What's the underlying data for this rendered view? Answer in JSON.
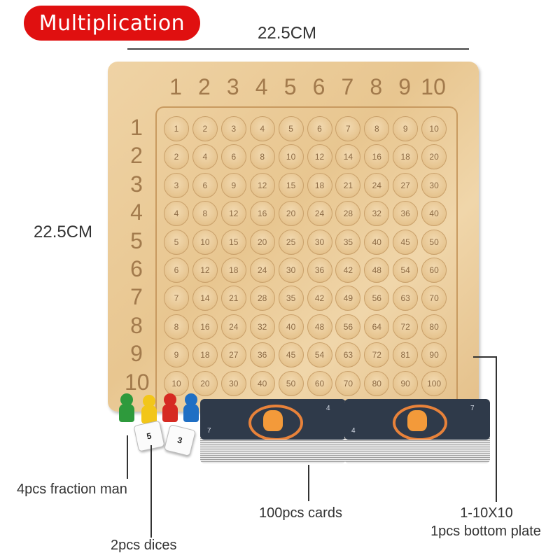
{
  "title": "Multiplication",
  "dimensions": {
    "width": "22.5CM",
    "height": "22.5CM"
  },
  "board": {
    "column_numbers": [
      "1",
      "2",
      "3",
      "4",
      "5",
      "6",
      "7",
      "8",
      "9",
      "10"
    ],
    "row_numbers": [
      "1",
      "2",
      "3",
      "4",
      "5",
      "6",
      "7",
      "8",
      "9",
      "10"
    ],
    "grid": [
      [
        "1",
        "2",
        "3",
        "4",
        "5",
        "6",
        "7",
        "8",
        "9",
        "10"
      ],
      [
        "2",
        "4",
        "6",
        "8",
        "10",
        "12",
        "14",
        "16",
        "18",
        "20"
      ],
      [
        "3",
        "6",
        "9",
        "12",
        "15",
        "18",
        "21",
        "24",
        "27",
        "30"
      ],
      [
        "4",
        "8",
        "12",
        "16",
        "20",
        "24",
        "28",
        "32",
        "36",
        "40"
      ],
      [
        "5",
        "10",
        "15",
        "20",
        "25",
        "30",
        "35",
        "40",
        "45",
        "50"
      ],
      [
        "6",
        "12",
        "18",
        "24",
        "30",
        "36",
        "42",
        "48",
        "54",
        "60"
      ],
      [
        "7",
        "14",
        "21",
        "28",
        "35",
        "42",
        "49",
        "56",
        "63",
        "70"
      ],
      [
        "8",
        "16",
        "24",
        "32",
        "40",
        "48",
        "56",
        "64",
        "72",
        "80"
      ],
      [
        "9",
        "18",
        "27",
        "36",
        "45",
        "54",
        "63",
        "72",
        "81",
        "90"
      ],
      [
        "10",
        "20",
        "30",
        "40",
        "50",
        "60",
        "70",
        "80",
        "90",
        "100"
      ]
    ]
  },
  "pawn_colors": [
    "#2e9a3c",
    "#f2c619",
    "#d62a22",
    "#1f6fc4"
  ],
  "dice": [
    "5",
    "3"
  ],
  "labels": {
    "pawns": "4pcs fraction man",
    "dice": "2pcs dices",
    "cards": "100pcs cards",
    "plate_line1": "1-10X10",
    "plate_line2": "1pcs bottom plate"
  }
}
